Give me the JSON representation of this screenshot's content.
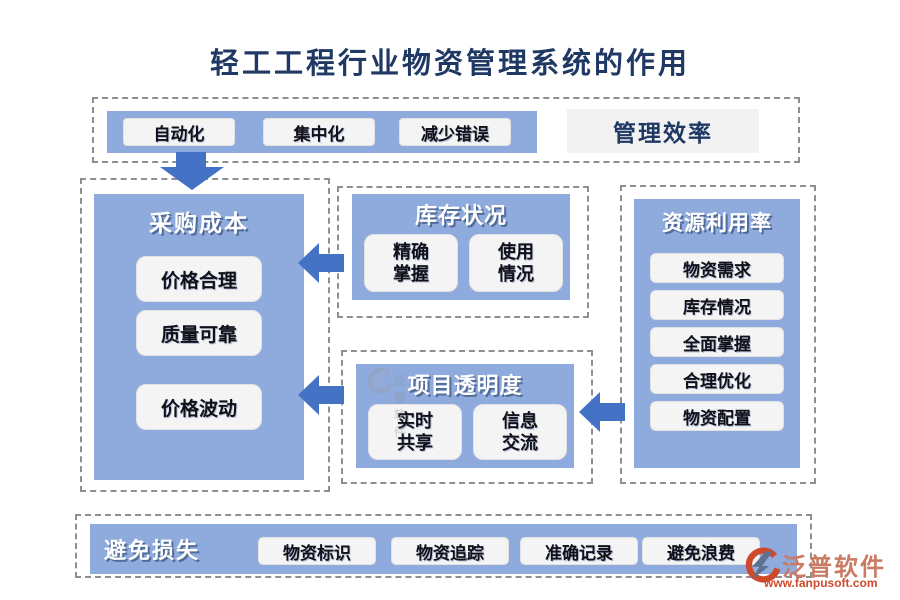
{
  "title": "轻工工程行业物资管理系统的作用",
  "colors": {
    "panel_blue": "#8FAADC",
    "arrow_blue": "#4472C4",
    "heading_navy": "#1F3864",
    "chip_bg": "#F2F2F2",
    "brand_red": "#CE4A2D",
    "brand_text": "#C97B64"
  },
  "top_section": {
    "items": [
      "自动化",
      "集中化",
      "减少错误"
    ],
    "result_label": "管理效率"
  },
  "procurement": {
    "title": "采购成本",
    "items": [
      "价格合理",
      "质量可靠",
      "价格波动"
    ]
  },
  "inventory": {
    "title": "库存状况",
    "items": [
      "精确\n掌握",
      "使用\n情况"
    ]
  },
  "transparency": {
    "title": "项目透明度",
    "items": [
      "实时\n共享",
      "信息\n交流"
    ]
  },
  "resources": {
    "title": "资源利用率",
    "items": [
      "物资需求",
      "库存情况",
      "全面掌握",
      "合理优化",
      "物资配置"
    ]
  },
  "bottom_section": {
    "title": "避免损失",
    "items": [
      "物资标识",
      "物资追踪",
      "准确记录",
      "避免浪费"
    ]
  },
  "watermark": {
    "brand": "泛普软件",
    "url": "www.fanpusoft.com"
  }
}
